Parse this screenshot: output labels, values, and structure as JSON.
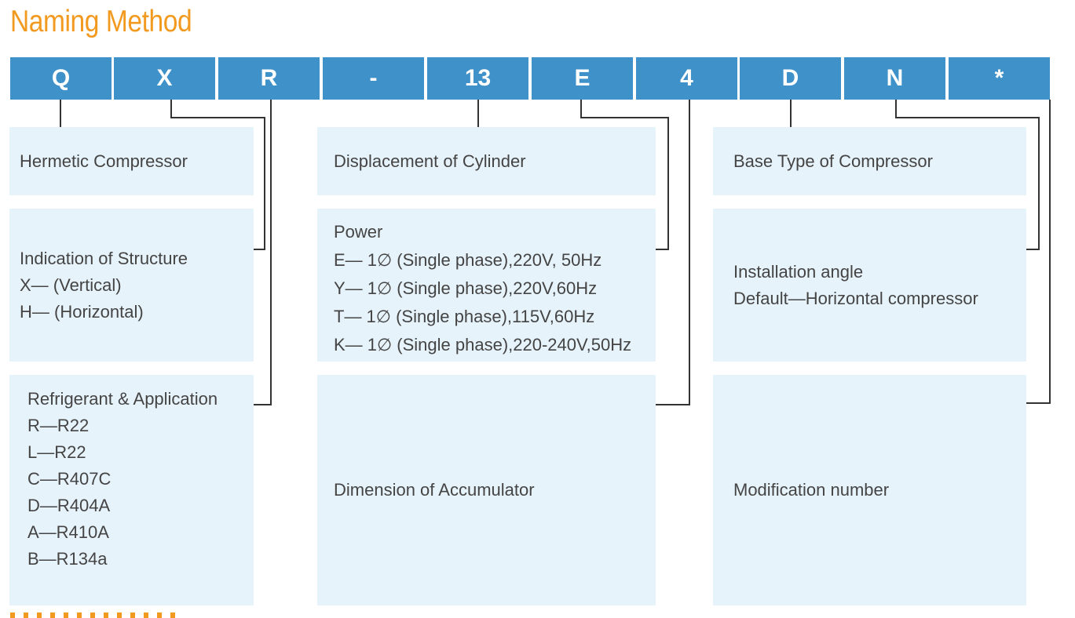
{
  "title": "Naming Method",
  "code": [
    "Q",
    "X",
    "R",
    "-",
    "13",
    "E",
    "4",
    "D",
    "N",
    "*"
  ],
  "boxes": {
    "hermetic": {
      "lines": [
        "Hermetic Compressor"
      ]
    },
    "structure": {
      "lines": [
        "Indication of Structure",
        "X— (Vertical)",
        "H— (Horizontal)"
      ]
    },
    "refrigerant": {
      "lines": [
        "Refrigerant & Application",
        "R—R22",
        "L—R22",
        "C—R407C",
        "D—R404A",
        "A—R410A",
        "B—R134a"
      ]
    },
    "displacement": {
      "lines": [
        "Displacement of Cylinder"
      ]
    },
    "power": {
      "lines": [
        "Power",
        "E— 1∅  (Single phase),220V, 50Hz",
        "Y— 1∅ (Single phase),220V,60Hz",
        "T— 1∅ (Single phase),115V,60Hz",
        "K— 1∅  (Single phase),220-240V,50Hz"
      ]
    },
    "accumulator": {
      "lines": [
        "Dimension of  Accumulator"
      ]
    },
    "base": {
      "lines": [
        "Base Type of Compressor"
      ]
    },
    "installation": {
      "lines": [
        "Installation angle",
        "Default—Horizontal compressor"
      ]
    },
    "modification": {
      "lines": [
        "Modification number"
      ]
    }
  },
  "colors": {
    "accent": "#f29a1f",
    "code_bar": "#3f91c9",
    "box_fill": "#e7f3fb",
    "text": "#444444",
    "connector": "#333333"
  }
}
